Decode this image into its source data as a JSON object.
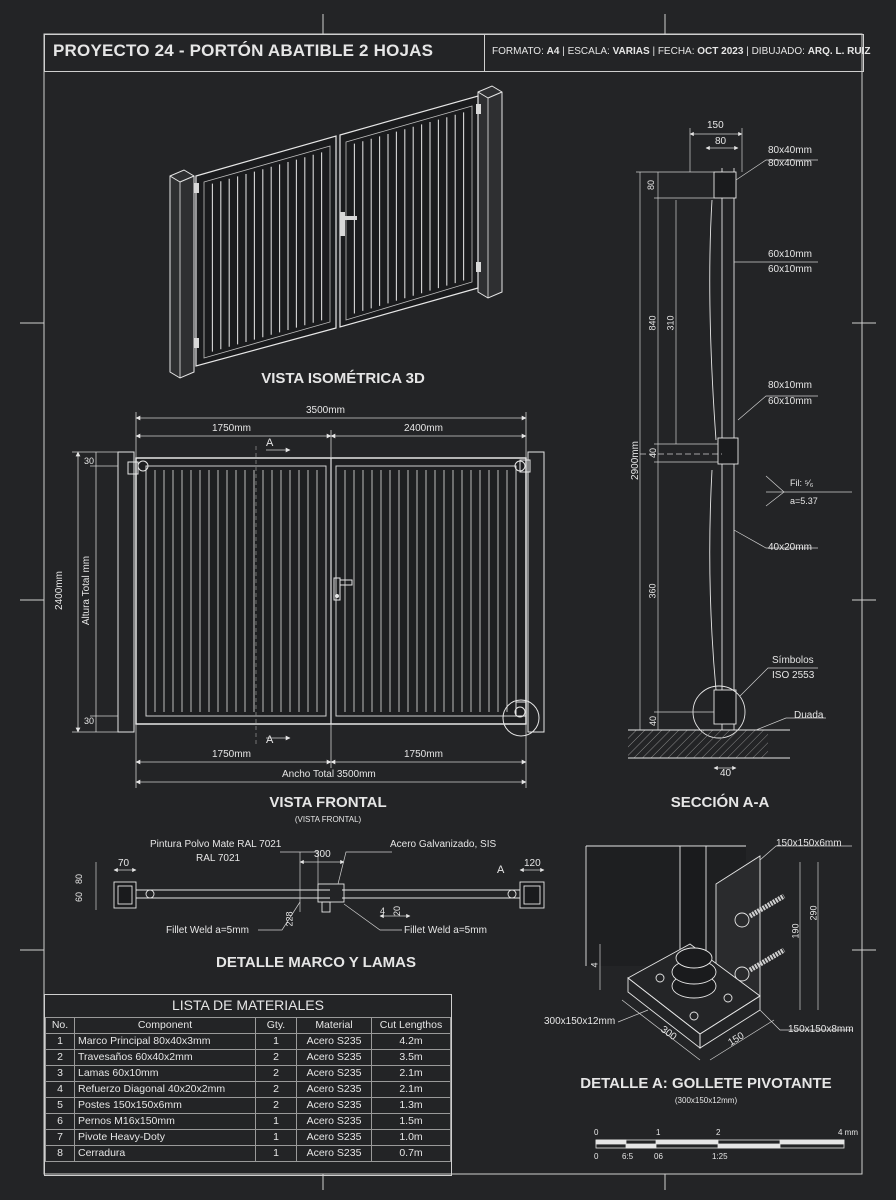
{
  "title_block": {
    "project": "PROYECTO 24 - PORTÓN ABATIBLE 2 HOJAS",
    "formato_label": "FORMATO:",
    "formato": "A4",
    "escala_label": "ESCALA:",
    "escala": "VARIAS",
    "fecha_label": "FECHA:",
    "fecha": "OCT 2023",
    "dibujado_label": "DIBUJADO:",
    "dibujado": "ARQ. L. RUIZ"
  },
  "views": {
    "iso": "VISTA ISOMÉTRICA 3D",
    "front": "VISTA FRONTAL",
    "front_sub": "(VISTA FRONTAL)",
    "section": "SECCIÓN A-A",
    "detail_frame": "DETALLE MARCO Y LAMAS",
    "detail_a": "DETALLE A: GOLLETE PIVOTANTE",
    "detail_a_sub": "(300x150x12mm)"
  },
  "front_dims": {
    "total_top": "3500mm",
    "left_top": "1750mm",
    "right_top": "2400mm",
    "left_bottom": "1750mm",
    "right_bottom": "1750mm",
    "total_bottom": "Ancho Total 3500mm",
    "height": "2400mm",
    "height_label": "Altura Total mm",
    "top_small": "30",
    "bottom_small": "30",
    "cut": "A"
  },
  "section_dims": {
    "w150": "150",
    "w80": "80",
    "l1a": "80x40mm",
    "l1b": "80x40mm",
    "l2a": "60x10mm",
    "l2b": "60x10mm",
    "l3a": "80x10mm",
    "l3b": "60x10mm",
    "weld1": "Fil: ⁵⁄₆",
    "weld2": "a=5.37",
    "l4": "40x20mm",
    "l5a": "Símbolos",
    "l5b": "ISO 2553",
    "ground": "Duada",
    "h_total": "2900mm",
    "v80": "80",
    "v840": "840",
    "v310": "310",
    "v40a": "40",
    "v360": "360",
    "v40b": "40",
    "b40": "40"
  },
  "frame_detail": {
    "paint1": "Pintura Polvo Mate RAL 7021",
    "paint2": "RAL 7021",
    "steel": "Acero Galvanizado, SIS",
    "d70": "70",
    "d300": "300",
    "d120": "120",
    "d80": "80",
    "d60": "60",
    "d228": "228",
    "d4": "4",
    "d20": "20",
    "weld_l": "Fillet Weld a=5mm",
    "weld_r": "Fillet Weld a=5mm",
    "cut": "A"
  },
  "detail_a": {
    "p1": "150x150x6mm",
    "p2": "300x150x12mm",
    "p3": "150x150x8mm",
    "d190": "190",
    "d290": "290",
    "d300": "300",
    "d150": "150",
    "d4": "4"
  },
  "materials": {
    "title": "LISTA DE MATERIALES",
    "headers": [
      "No.",
      "Component",
      "Gty.",
      "Material",
      "Cut Lengthos"
    ],
    "rows": [
      [
        "1",
        "Marco Principal 80x40x3mm",
        "1",
        "Acero S235",
        "4.2m"
      ],
      [
        "2",
        "Travesaños 60x40x2mm",
        "2",
        "Acero S235",
        "3.5m"
      ],
      [
        "3",
        "Lamas 60x10mm",
        "2",
        "Acero S235",
        "2.1m"
      ],
      [
        "4",
        "Refuerzo Diagonal 40x20x2mm",
        "2",
        "Acero S235",
        "2.1m"
      ],
      [
        "5",
        "Postes 150x150x6mm",
        "2",
        "Acero S235",
        "1.3m"
      ],
      [
        "6",
        "Pernos M16x150mm",
        "1",
        "Acero S235",
        "1.5m"
      ],
      [
        "7",
        "Pivote Heavy-Doty",
        "1",
        "Acero S235",
        "1.0m"
      ],
      [
        "8",
        "Cerradura",
        "1",
        "Acero S235",
        "0.7m"
      ]
    ]
  },
  "scale_bar": {
    "top": [
      "0",
      "1",
      "2",
      "4 mm"
    ],
    "bottom": [
      "0",
      "6:5",
      "06",
      "1:25"
    ]
  },
  "colors": {
    "background": "#232426",
    "line": "#e6e6e6",
    "gate": "#1a1b1d"
  }
}
